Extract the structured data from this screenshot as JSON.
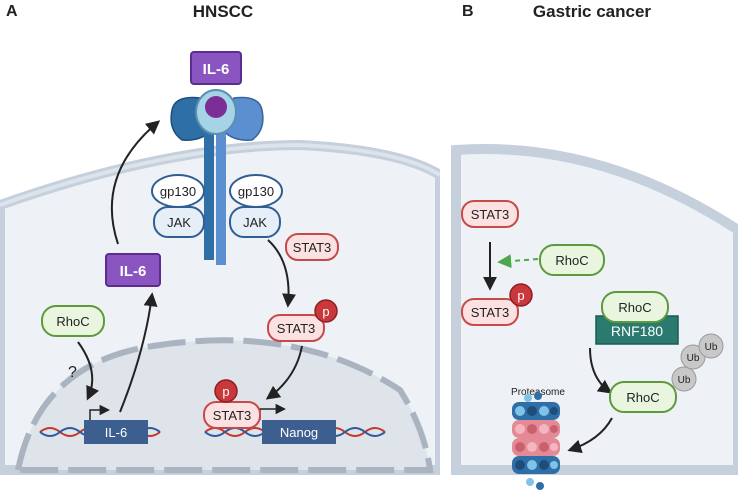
{
  "panels": {
    "a": {
      "letter": "A",
      "title": "HNSCC"
    },
    "b": {
      "letter": "B",
      "title": "Gastric cancer"
    }
  },
  "panel_a": {
    "ligand": "IL-6",
    "receptor_left": {
      "gp130": "gp130",
      "jak": "JAK"
    },
    "receptor_right": {
      "gp130": "gp130",
      "jak": "JAK"
    },
    "stat3": "STAT3",
    "stat3_phos": "STAT3",
    "phos_marker": "p",
    "il6_secreted": "IL-6",
    "rhoc": "RhoC",
    "unknown_mark": "?",
    "gene_il6": "IL-6",
    "gene_nanog": "Nanog",
    "stat3_nuclear": "STAT3",
    "phos_marker_nuclear": "p"
  },
  "panel_b": {
    "stat3": "STAT3",
    "stat3_phos": "STAT3",
    "phos_marker": "p",
    "rhoc_activator": "RhoC",
    "rhoc_bound": "RhoC",
    "rnf180": "RNF180",
    "ubiquitin": [
      "Ub",
      "Ub",
      "Ub"
    ],
    "rhoc_ubiquitinated": "RhoC",
    "proteasome_label": "Proteasome"
  },
  "colors": {
    "purple": "#8a55c0",
    "stat_fill": "#fbe1e1",
    "stat_stroke": "#c74a4a",
    "rhoc_fill": "#eaf5df",
    "rhoc_stroke": "#5e9a3c",
    "jak_fill": "#e6eef8",
    "receptor_blue": "#2f6fa7",
    "gene_box": "#3d5f8f",
    "rnf180": "#2b7a70"
  }
}
